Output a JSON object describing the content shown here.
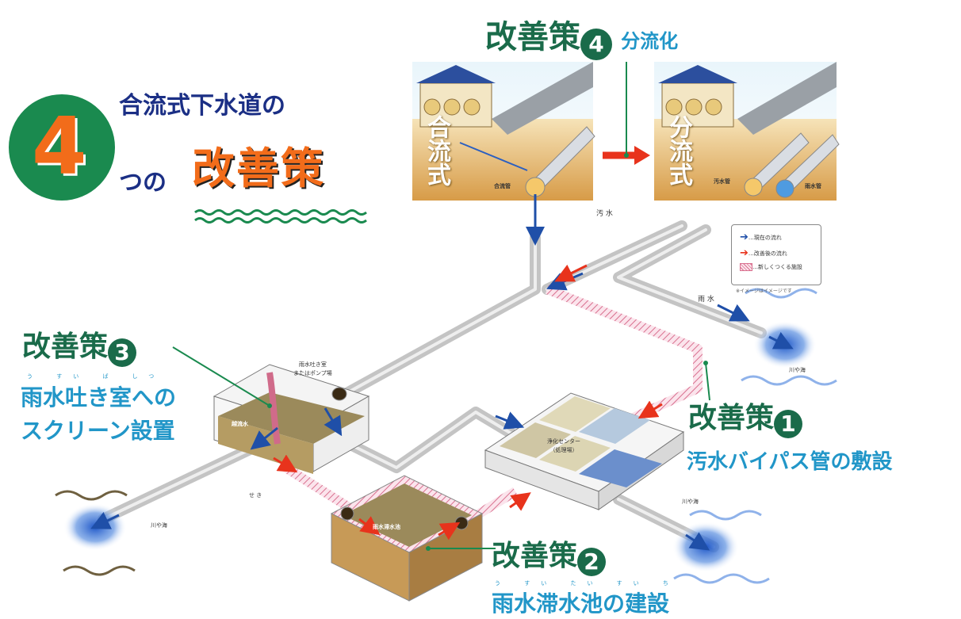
{
  "title": {
    "line1": "合流式下水道の",
    "number": "4",
    "line2_prefix": "つの",
    "line2_main": "改善策"
  },
  "measures": {
    "m4": {
      "head": "改善策",
      "num": "4",
      "text": "分流化"
    },
    "m3": {
      "head": "改善策",
      "num": "3",
      "text_line1": "雨水吐き室への",
      "text_line2": "スクリーン設置",
      "ruby": "う すい ば しつ"
    },
    "m1": {
      "head": "改善策",
      "num": "1",
      "text": "汚水バイパス管の敷設"
    },
    "m2": {
      "head": "改善策",
      "num": "2",
      "text": "雨水滞水池の建設",
      "ruby": "う すい たい すい ち"
    }
  },
  "panels": {
    "left_label": "合流式",
    "left_pipe": "合流管",
    "right_label": "分流式",
    "right_pipe_sewage": "汚水管",
    "right_pipe_rain": "雨水管"
  },
  "labels": {
    "sewage": "汚 水",
    "rain": "雨 水",
    "river_sea_right": "川や海",
    "river_sea_left": "川や海",
    "river_sea_bottom": "川や海",
    "chamber": "雨水吐き室\nまたはポンプ場",
    "overflow": "越流水",
    "weir": "せ き",
    "plant": "浄化センター\n（処理場）",
    "tank": "雨水滞水池"
  },
  "legend": {
    "items": [
      {
        "text": "…現在の流れ",
        "icon": "blue-arrow"
      },
      {
        "text": "…改善後の流れ",
        "icon": "red-arrow"
      },
      {
        "text": "…新しくつくる施設",
        "icon": "hatched-box"
      }
    ],
    "note": "※イメージはイメージです"
  },
  "colors": {
    "dark_green": "#1a6b4a",
    "light_blue": "#2196c8",
    "navy": "#1b2f85",
    "orange": "#f26c1a",
    "pipe_gray": "#c9c9c9",
    "new_pipe_pink": "#e8a0b6",
    "current_flow": "#1f4fa8",
    "improved_flow": "#e8331c"
  }
}
